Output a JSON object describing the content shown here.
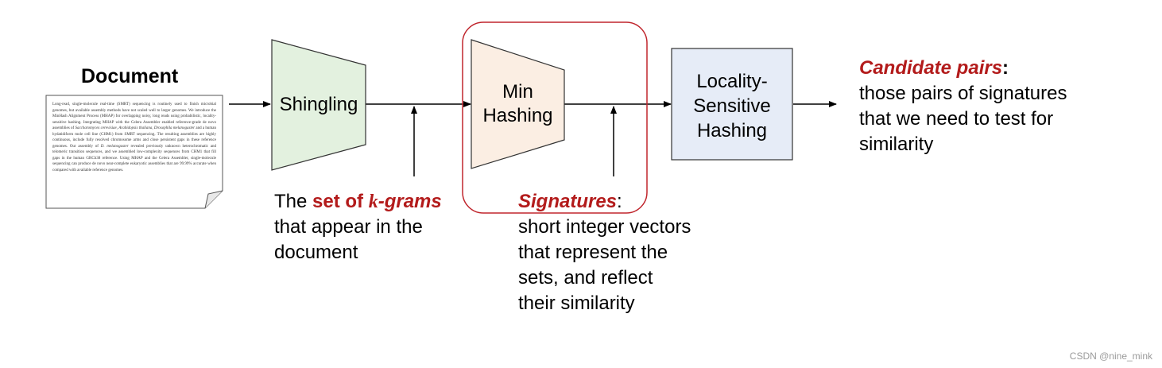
{
  "document": {
    "title": "Document",
    "page_text": [
      "Long-read, single-molecule real-time (SMRT) sequencing is routinely used to finish microbial genomes, but available assembly methods have not scaled well to larger genomes. We introduce the MinHash Alignment Process (MHAP) for overlapping noisy, long reads using probabilistic, locality-sensitive hashing. Integrating MHAP with the Celera Assembler enabled reference-grade de novo assemblies of ",
      "Saccharomyces cerevisiae, Arabidopsis thaliana, Drosophila melanogaster",
      " and a human hydatidiform mole cell line (CHM1) from SMRT sequencing. The resulting assemblies are highly continuous, include fully resolved chromosome arms and close persistent gaps in these reference genomes. Our assembly of ",
      "D. melanogaster",
      " revealed previously unknown heterochromatic and telomeric transition sequences, and we assembled low-complexity sequences from CHM1 that fill gaps in the human GRCh38 reference. Using MHAP and the Celera Assembler, single-molecule sequencing can produce de novo near-complete eukaryotic assemblies that are 99.99% accurate when compared with available reference genomes."
    ]
  },
  "stages": {
    "shingling": "Shingling",
    "min_hashing": [
      "Min",
      "Hashing"
    ],
    "lsh": [
      "Locality-",
      "Sensitive",
      "Hashing"
    ]
  },
  "annotations": {
    "kgrams": {
      "prefix": "The ",
      "highlight_a": "set of ",
      "highlight_k": "k",
      "highlight_b": "-grams",
      "line2": "that appear in the",
      "line3": "document"
    },
    "signatures": {
      "highlight": "Signatures",
      "colon": ":",
      "lines": [
        "short integer vectors",
        "that represent the",
        "sets, and reflect",
        "their similarity"
      ]
    },
    "candidate": {
      "highlight": "Candidate pairs",
      "colon": ":",
      "lines": [
        "those pairs of signatures",
        "that we need to test for",
        "similarity"
      ]
    }
  },
  "watermark": "CSDN @nine_mink",
  "colors": {
    "shingling_fill": "#e3f1df",
    "min_hashing_fill": "#fbeee3",
    "lsh_fill": "#e6ecf7",
    "highlight_red": "#b31b1b",
    "rounded_frame": "#c0262d"
  }
}
